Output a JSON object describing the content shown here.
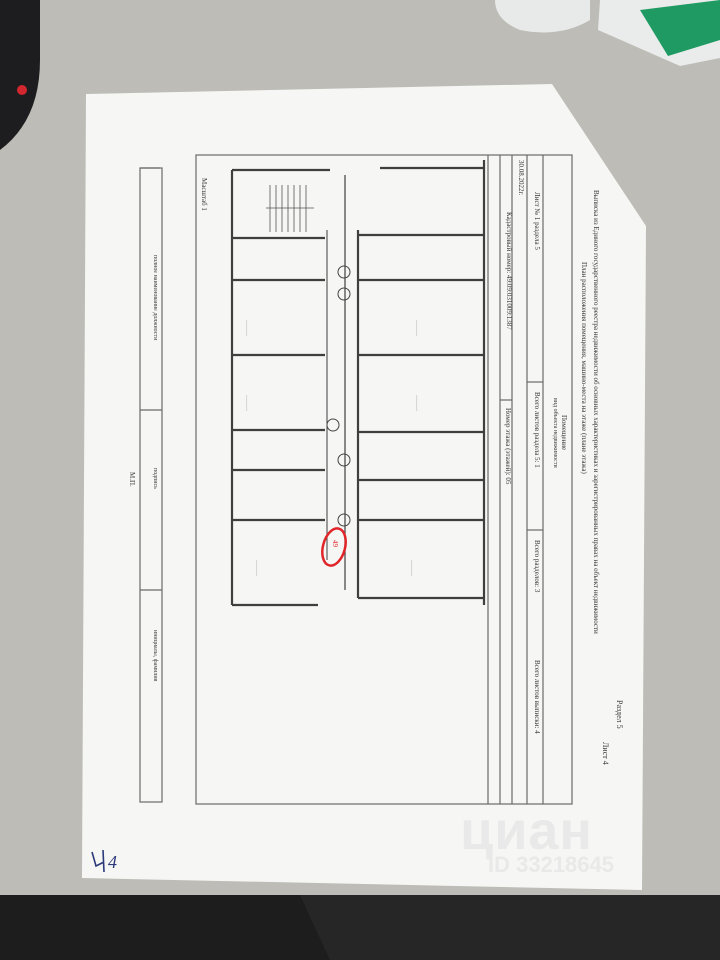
{
  "header": {
    "section_label": "Раздел 5",
    "sheet_label": "Лист 4",
    "extract_title": "Выписка из Единого государственного реестра недвижимости об основных характеристиках и зарегистрированных правах на объект недвижимости",
    "plan_title": "План расположения помещения, машино-места на этаже (плане этажа)",
    "object_type": "Помещение",
    "object_type_caption": "вид объекта недвижимости",
    "sheet_of_section": "Лист № 1 раздела 5",
    "sheets_in_section": "Всего листов раздела 5: 1",
    "sections_total": "Всего разделов: 3",
    "sheets_total": "Всего листов выписки: 4",
    "date": "30.08.2022г.",
    "cadastral_number": "Кадастровый номер: 49:09:031009:1387",
    "floor_number": "Номер этажа (этажей): 05"
  },
  "plan": {
    "scale_label": "Масштаб 1",
    "highlighted_room": "49"
  },
  "footer": {
    "position_caption": "полное наименование должности",
    "signature_caption": "подпись",
    "name_caption": "инициалы, фамилия",
    "stamp": "М.П."
  },
  "handwritten": "4",
  "watermark": {
    "brand": "циан",
    "id_text": "ID 33218645"
  },
  "colors": {
    "paper": "#f6f6f4",
    "ink": "#3a3a3a",
    "highlight": "#e0262a",
    "table_surface": "#b9b8b2"
  }
}
